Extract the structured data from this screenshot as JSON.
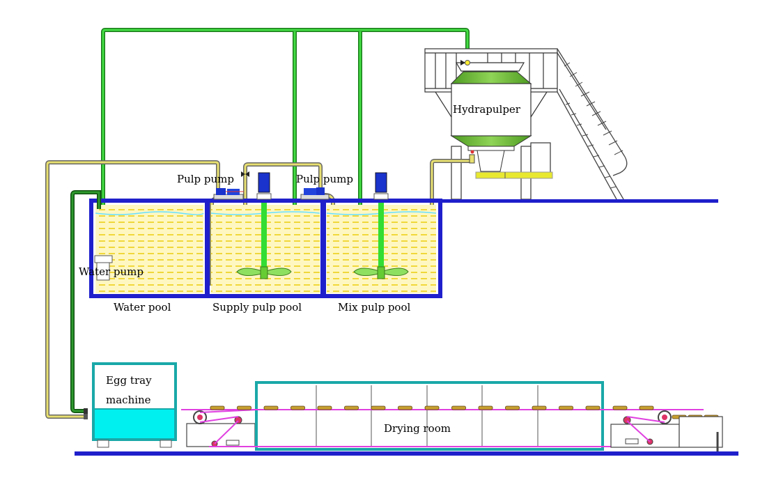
{
  "diagram": {
    "title": "Egg tray production line process layout",
    "labels": {
      "hydrapulper": "Hydrapulper",
      "pulp_pump_1": "Pulp pump",
      "pulp_pump_2": "Pulp pump",
      "water_pump": "Water pump",
      "water_pool": "Water pool",
      "supply_pulp_pool": "Supply pulp pool",
      "mix_pulp_pool": "Mix pulp pool",
      "egg_tray_machine_line1": "Egg tray",
      "egg_tray_machine_line2": "machine",
      "drying_room": "Drying room"
    },
    "colors": {
      "water_pipe": "#33cc33",
      "water_pipe_dark": "#1a7a1a",
      "pulp_pipe": "#e8e070",
      "pool_wall": "#1f1fcc",
      "pulp_fill": "#fff7c2",
      "pulp_dash": "#f0d83a",
      "water_surface": "#66e0ff",
      "machine_fill": "#00f0f0",
      "machine_border": "#1aa8a8",
      "conveyor": "#e040e0",
      "tray": "#c8a030",
      "ground": "#1f1fcc",
      "pump_blue": "#1a33cc",
      "agitator": "#33dd33",
      "hopper_green": "#66bb33",
      "hopper_base": "#e8e830"
    }
  }
}
